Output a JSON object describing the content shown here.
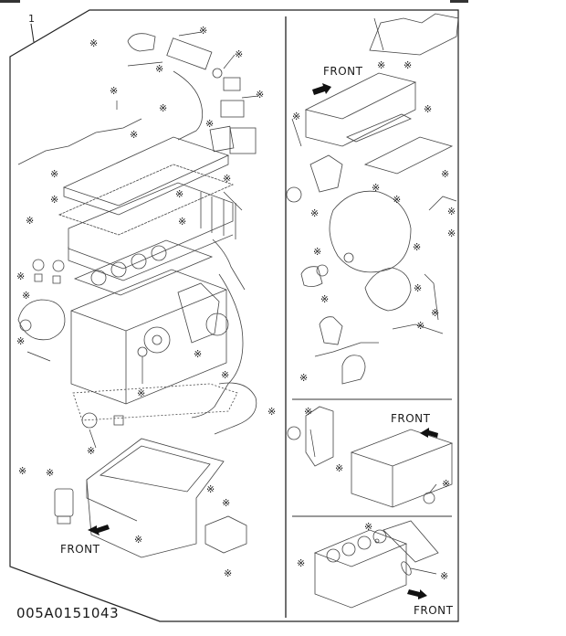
{
  "diagram": {
    "title": "Engine gasket kit exploded view",
    "item_number": "1",
    "drawing_code": "005A0151043",
    "direction_labels": [
      {
        "panel": "left-main",
        "text": "FRONT",
        "arrow": "down-left"
      },
      {
        "panel": "right-upper",
        "text": "FRONT",
        "arrow": "up-right"
      },
      {
        "panel": "right-middle",
        "text": "FRONT",
        "arrow": "up-left"
      },
      {
        "panel": "right-lower",
        "text": "FRONT",
        "arrow": "down-right"
      }
    ],
    "marker_symbol": "※",
    "panels": [
      {
        "name": "left-main",
        "content": "Engine top-end, cylinder head, block, oil pan, pipes and gaskets"
      },
      {
        "name": "right-upper",
        "content": "Cylinder head, manifolds, gear case, turbocharger and pipes"
      },
      {
        "name": "right-middle",
        "content": "Cylinder block with rear plate and seals"
      },
      {
        "name": "right-lower",
        "content": "Cylinder block with side cover and O-ring"
      }
    ]
  }
}
